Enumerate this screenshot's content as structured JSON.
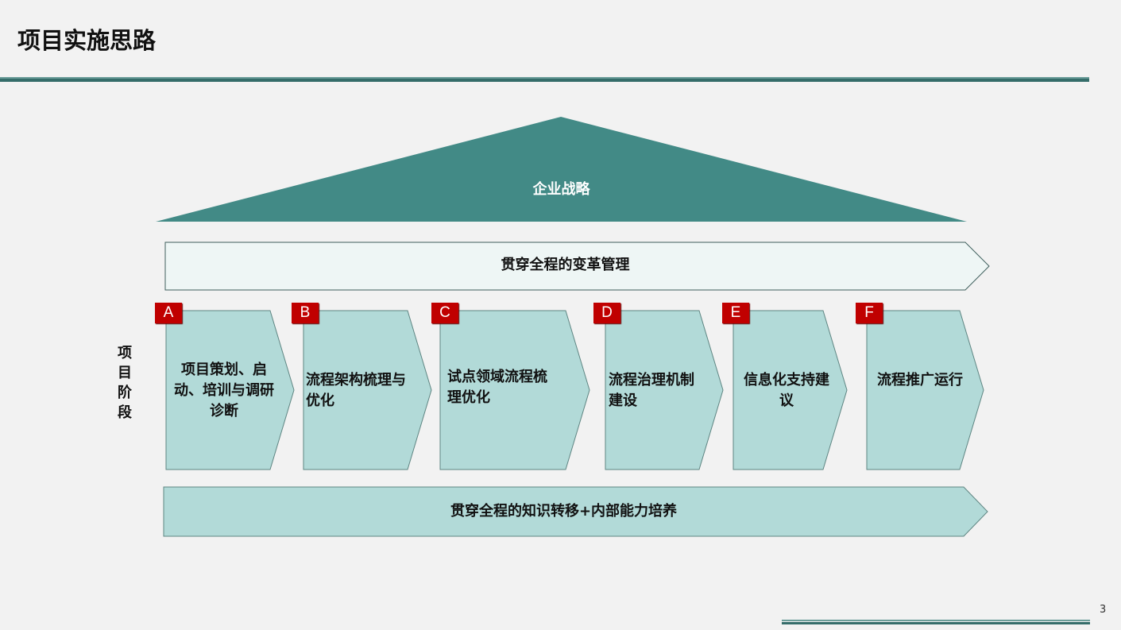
{
  "title": "项目实施思路",
  "strategy": "企业战略",
  "change_mgmt": "贯穿全程的变革管理",
  "side_label": "项目阶段",
  "phases": [
    {
      "letter": "A",
      "text": "项目策划、启动、培训与调研诊断"
    },
    {
      "letter": "B",
      "text": "流程架构梳理与优化"
    },
    {
      "letter": "C",
      "text": "试点领域流程梳理优化"
    },
    {
      "letter": "D",
      "text": "流程治理机制建设"
    },
    {
      "letter": "E",
      "text": "信息化支持建议"
    },
    {
      "letter": "F",
      "text": "流程推广运行"
    }
  ],
  "knowledge": "贯穿全程的知识转移+内部能力培养",
  "page_number": "3",
  "colors": {
    "teal": "#428a86",
    "light": "#b2dad8",
    "pale": "#eef6f5",
    "badge": "#c00000"
  }
}
